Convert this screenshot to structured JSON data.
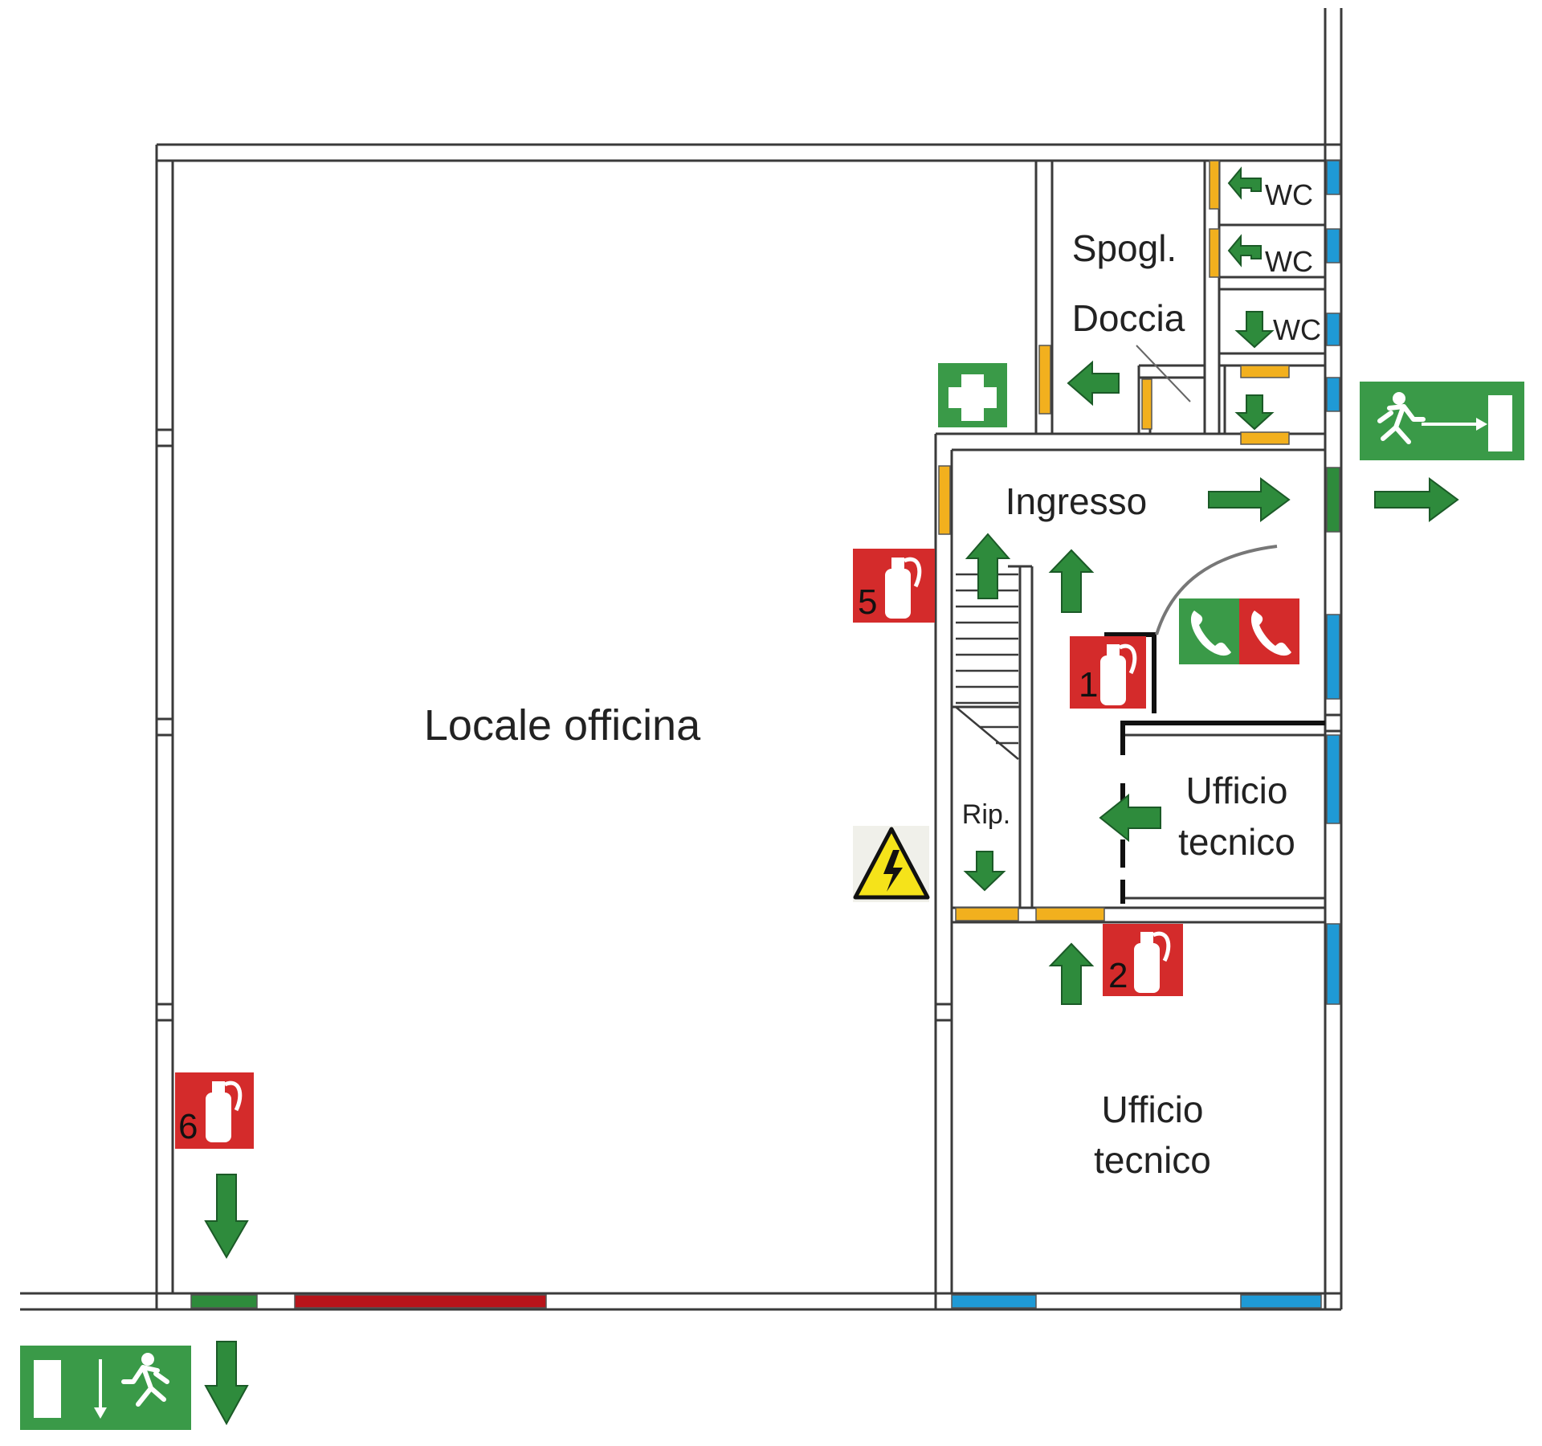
{
  "rooms": {
    "main_hall": "Locale officina",
    "changing": "Spogl.",
    "shower": "Doccia",
    "wc_1": "WC",
    "wc_2": "WC",
    "wc_3": "WC",
    "entrance": "Ingresso",
    "office_1_line1": "Ufficio",
    "office_1_line2": "tecnico",
    "office_2_line1": "Ufficio",
    "office_2_line2": "tecnico",
    "storage": "Rip."
  },
  "extinguishers": [
    "1",
    "2",
    "5",
    "6"
  ],
  "colors": {
    "wall": "#3a3a3a",
    "sign_green": "#3a9a48",
    "arrow_green": "#2e8b3c",
    "extinguisher_red": "#d42b2b",
    "door_orange": "#f2b01e",
    "window_blue": "#1f9ad6",
    "danger_yellow": "#f5e31a",
    "garage_red": "#b8141a"
  },
  "icons": [
    "first-aid-icon",
    "emergency-exit-icon",
    "phone-icon",
    "fire-extinguisher-icon",
    "electrical-hazard-icon",
    "arrow-icon"
  ]
}
